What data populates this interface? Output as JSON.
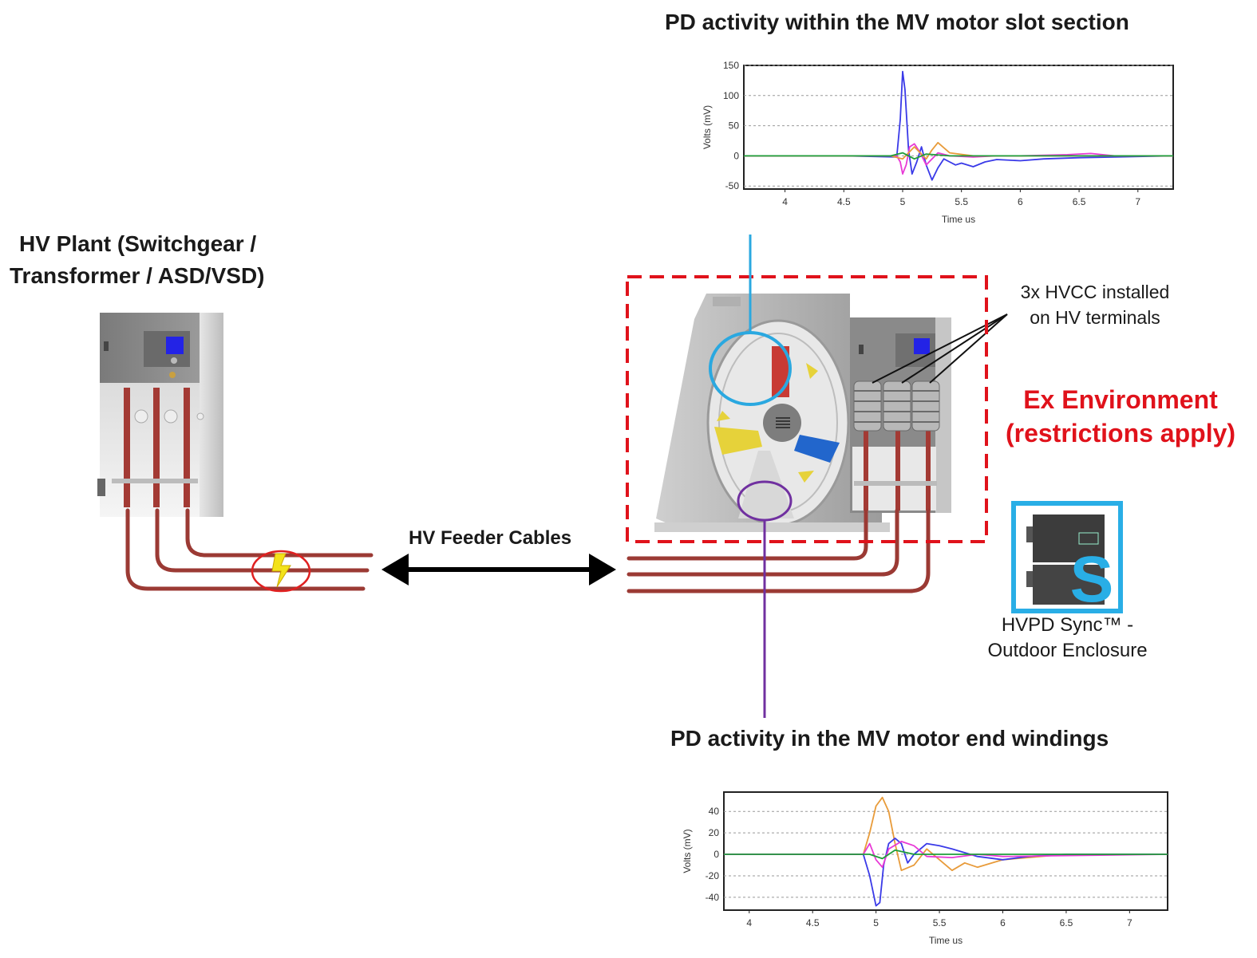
{
  "headings": {
    "slot_chart": "PD activity  within the MV motor slot section",
    "end_chart": "PD activity  in the MV motor end windings"
  },
  "hv_plant": {
    "line1": "HV Plant (Switchgear /",
    "line2": "Transformer / ASD/VSD)"
  },
  "feeder_label": "HV Feeder Cables",
  "hvcc_callout": {
    "line1": "3x HVCC installed",
    "line2": "on HV terminals"
  },
  "ex_environment": {
    "line1": "Ex Environment",
    "line2": "(restrictions apply)"
  },
  "hvpd_sync": {
    "line1": "HVPD Sync™ -",
    "line2": "Outdoor Enclosure",
    "logo_letter": "S"
  },
  "icons": [
    "switchgear-cabinet",
    "lightning-fault-icon",
    "motor-illustration",
    "hvcc-sensor",
    "hvpd-sync-unit"
  ],
  "colors": {
    "ex_red": "#e0121b",
    "slot_marker": "#2aa8e0",
    "end_marker": "#7030a0",
    "cable": "#9b3a34",
    "sync_frame": "#29aee6"
  },
  "chart_data": [
    {
      "type": "line",
      "xlabel": "Time  us",
      "ylabel": "Volts  (mV)",
      "xlim": [
        3.65,
        7.3
      ],
      "ylim": [
        -55,
        150
      ],
      "xticks": [
        4,
        4.5,
        5,
        5.5,
        6,
        6.5,
        7
      ],
      "xtick_labels": [
        "4",
        "4.5",
        "5",
        "5.5",
        "6",
        "6.5",
        "7"
      ],
      "yticks": [
        150,
        100,
        50,
        0,
        -50
      ],
      "ytick_labels": [
        "150",
        "100",
        "50",
        "0",
        "-50"
      ],
      "grid": true,
      "series": [
        {
          "color": "#3a3ae8",
          "x": [
            3.65,
            4.0,
            4.5,
            4.95,
            4.98,
            5.0,
            5.02,
            5.05,
            5.08,
            5.12,
            5.16,
            5.2,
            5.25,
            5.3,
            5.35,
            5.4,
            5.45,
            5.5,
            5.6,
            5.7,
            5.8,
            6.0,
            6.2,
            6.5,
            6.8,
            7.0,
            7.3
          ],
          "y": [
            0,
            0,
            0,
            -2,
            60,
            140,
            110,
            10,
            -30,
            -10,
            15,
            -15,
            -40,
            -20,
            -5,
            -10,
            -15,
            -12,
            -18,
            -10,
            -6,
            -8,
            -5,
            -3,
            -2,
            -1,
            0
          ]
        },
        {
          "color": "#e83ad6",
          "x": [
            3.65,
            4.8,
            4.95,
            4.98,
            5.0,
            5.03,
            5.06,
            5.1,
            5.15,
            5.2,
            5.25,
            5.3,
            5.4,
            5.6,
            5.8,
            6.0,
            6.4,
            6.6,
            6.8,
            7.3
          ],
          "y": [
            0,
            0,
            0,
            -10,
            -30,
            -15,
            15,
            20,
            5,
            -15,
            -5,
            5,
            0,
            -2,
            0,
            0,
            2,
            4,
            0,
            0
          ]
        },
        {
          "color": "#e89b3a",
          "x": [
            3.65,
            4.9,
            5.0,
            5.05,
            5.1,
            5.2,
            5.25,
            5.3,
            5.4,
            5.6,
            7.3
          ],
          "y": [
            0,
            0,
            -5,
            5,
            15,
            -5,
            10,
            22,
            5,
            0,
            0
          ]
        },
        {
          "color": "#1f9e3a",
          "x": [
            3.65,
            4.9,
            5.0,
            5.1,
            5.2,
            5.4,
            7.3
          ],
          "y": [
            0,
            0,
            5,
            -5,
            3,
            0,
            0
          ]
        }
      ]
    },
    {
      "type": "line",
      "xlabel": "Time  us",
      "ylabel": "Volts  (mV)",
      "xlim": [
        3.8,
        7.3
      ],
      "ylim": [
        -52,
        58
      ],
      "xticks": [
        4,
        4.5,
        5,
        5.5,
        6,
        6.5,
        7
      ],
      "xtick_labels": [
        "4",
        "4.5",
        "5",
        "5.5",
        "6",
        "6.5",
        "7"
      ],
      "yticks": [
        40,
        20,
        0,
        -20,
        -40
      ],
      "ytick_labels": [
        "40",
        "20",
        "0",
        "-20",
        "-40"
      ],
      "grid": true,
      "series": [
        {
          "color": "#e89b3a",
          "x": [
            3.8,
            4.9,
            4.95,
            5.0,
            5.05,
            5.1,
            5.15,
            5.2,
            5.3,
            5.4,
            5.5,
            5.6,
            5.7,
            5.8,
            6.0,
            6.2,
            6.5,
            7.3
          ],
          "y": [
            0,
            0,
            20,
            45,
            53,
            40,
            10,
            -15,
            -10,
            5,
            -5,
            -15,
            -8,
            -12,
            -5,
            -3,
            0,
            0
          ]
        },
        {
          "color": "#3a3ae8",
          "x": [
            3.8,
            4.9,
            4.95,
            5.0,
            5.03,
            5.06,
            5.1,
            5.15,
            5.2,
            5.25,
            5.3,
            5.4,
            5.5,
            5.6,
            5.8,
            6.0,
            6.2,
            6.5,
            7.3
          ],
          "y": [
            0,
            0,
            -20,
            -48,
            -45,
            -10,
            10,
            15,
            10,
            -8,
            0,
            10,
            8,
            5,
            -2,
            -5,
            -2,
            0,
            0
          ]
        },
        {
          "color": "#e83ad6",
          "x": [
            3.8,
            4.9,
            4.95,
            5.0,
            5.05,
            5.1,
            5.2,
            5.3,
            5.4,
            5.6,
            5.8,
            6.0,
            7.3
          ],
          "y": [
            0,
            0,
            10,
            -5,
            -12,
            5,
            12,
            8,
            -2,
            -3,
            0,
            -2,
            0
          ]
        },
        {
          "color": "#1f9e3a",
          "x": [
            3.8,
            4.95,
            5.05,
            5.15,
            5.3,
            7.3
          ],
          "y": [
            0,
            0,
            -4,
            4,
            0,
            0
          ]
        }
      ]
    }
  ]
}
